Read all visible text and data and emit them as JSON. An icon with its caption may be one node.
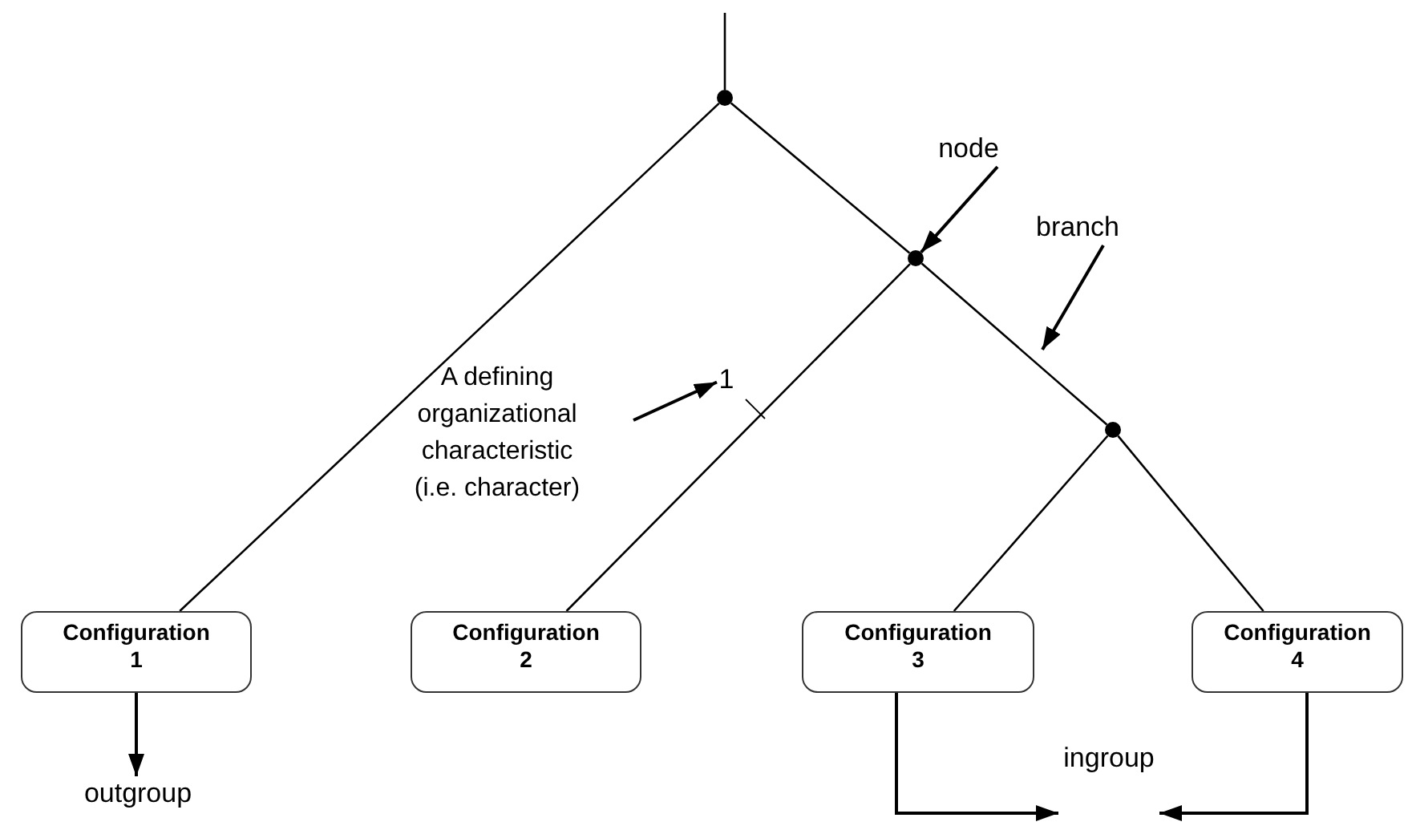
{
  "diagram": {
    "nodes": [
      {
        "text": [],
        "shape": "circle"
      },
      {
        "text": [
          "node"
        ]
      },
      {
        "text": [],
        "shape": "circle"
      },
      {
        "text": [
          "branch"
        ]
      },
      {
        "text": [],
        "shape": "circle"
      },
      {
        "text": [
          "A defining organizational characteristic (i.e. character)"
        ]
      },
      {
        "text": [
          "1"
        ]
      },
      {
        "text": [
          "Configuration 1"
        ]
      },
      {
        "text": [
          "Configuration 2"
        ]
      },
      {
        "text": [
          "Configuration 3"
        ]
      },
      {
        "text": [
          "Configuration 4"
        ]
      },
      {
        "text": [
          "outgroup"
        ]
      },
      {
        "text": [
          "ingroup"
        ]
      }
    ],
    "edges": [
      {
        "from": null,
        "to": 0,
        "arrow": "none"
      },
      {
        "from": 0,
        "to": 7,
        "arrow": "none"
      },
      {
        "from": 0,
        "to": 2,
        "arrow": "none"
      },
      {
        "from": 2,
        "to": 8,
        "arrow": "none"
      },
      {
        "from": 2,
        "to": 4,
        "arrow": "none"
      },
      {
        "from": 4,
        "to": 9,
        "arrow": "none"
      },
      {
        "from": 4,
        "to": 10,
        "arrow": "none"
      },
      {
        "from": 1,
        "to": 2,
        "arrow": "to"
      },
      {
        "from": 3,
        "to": null,
        "arrow": "to"
      },
      {
        "from": 5,
        "to": 6,
        "arrow": "to"
      },
      {
        "from": 7,
        "to": 11,
        "arrow": "to"
      },
      {
        "from": 9,
        "to": 12,
        "arrow": "to"
      },
      {
        "from": 10,
        "to": 12,
        "arrow": "to"
      }
    ]
  }
}
